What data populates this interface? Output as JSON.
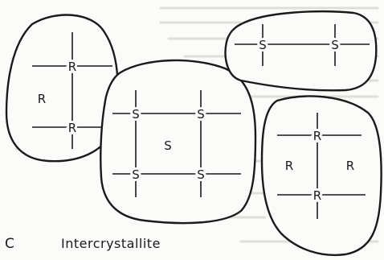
{
  "figure": {
    "panel_letter": "C",
    "caption": "Intercrystallite",
    "grains": [
      {
        "id": "grain-left",
        "region_label": "R",
        "nodes": [
          "R",
          "R"
        ]
      },
      {
        "id": "grain-center",
        "region_label": "S",
        "nodes": [
          "S",
          "S",
          "S",
          "S"
        ]
      },
      {
        "id": "grain-top-right",
        "region_label": "",
        "nodes": [
          "S",
          "S"
        ]
      },
      {
        "id": "grain-bottom-right",
        "region_labels": [
          "R",
          "R"
        ],
        "nodes": [
          "R",
          "R"
        ]
      }
    ]
  }
}
